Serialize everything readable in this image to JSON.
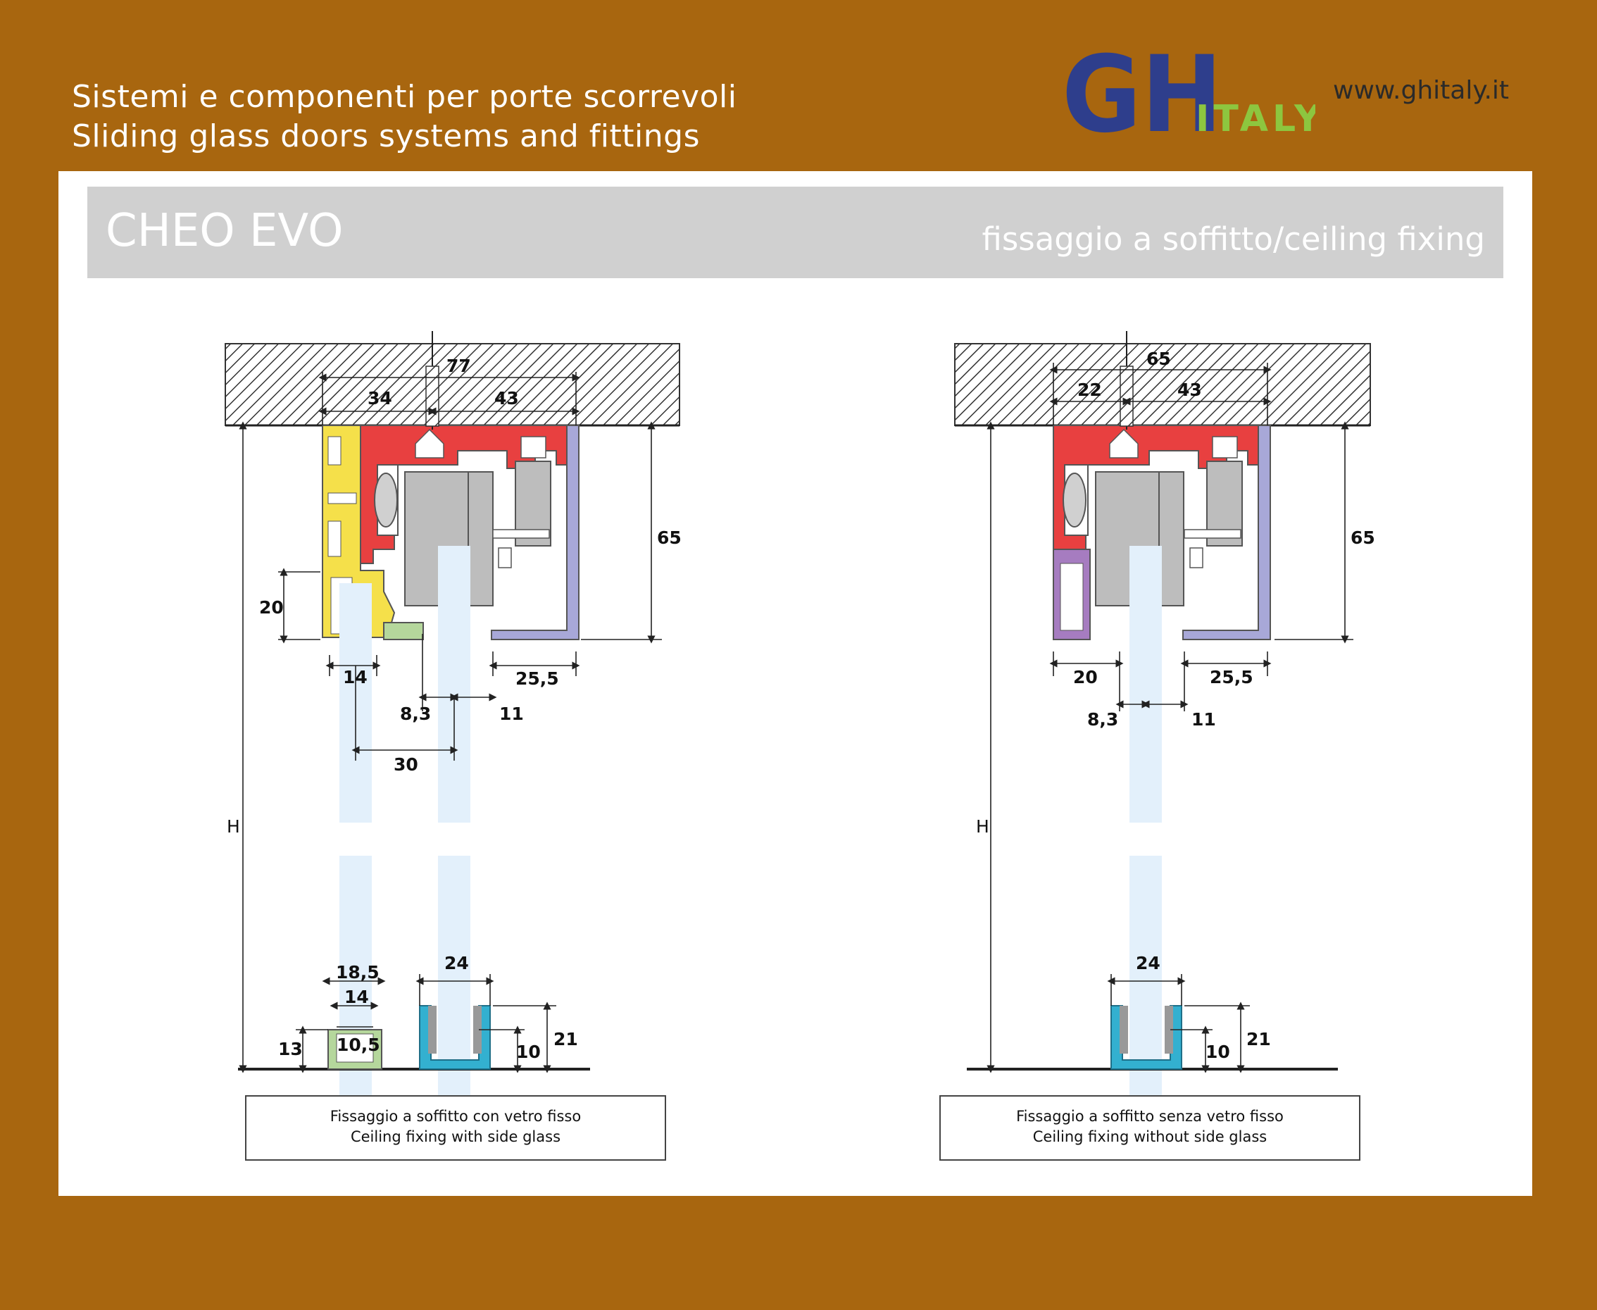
{
  "header": {
    "line1": "Sistemi e componenti per porte scorrevoli",
    "line2": "Sliding glass doors systems and fittings",
    "website": "www.ghitaly.it"
  },
  "logo": {
    "letters": "GH",
    "word": "ITALY",
    "colors": {
      "gh": "#2E3E8C",
      "italy": "#8DC63F"
    }
  },
  "title_bar": {
    "product": "CHEO EVO",
    "subtitle": "fissaggio a soffitto/ceiling fixing"
  },
  "colors": {
    "background": "#A8660F",
    "panel": "#FFFFFF",
    "title_bar": "#D0D0D0",
    "track_red": "#E84040",
    "profile_yellow": "#F5E04A",
    "cover_lavender": "#A8A8D8",
    "profile_purple": "#A67CC0",
    "block_grey": "#BDBDBD",
    "glass": "#E3F0FB",
    "floor_guide_cyan": "#33B0D0",
    "floor_profile_green": "#B5D79C",
    "ceiling_hatch": "#333333"
  },
  "left_diagram": {
    "dims": {
      "total_width": "77",
      "left_width": "34",
      "right_width": "43",
      "height": "65",
      "profile_height": "20",
      "side_glass": "14",
      "offset_a": "8,3",
      "offset_b": "11",
      "cover_width": "25,5",
      "glass_spacing": "30",
      "wall_height": "H",
      "guide_width": "24",
      "guide_height": "21",
      "guide_inner": "10",
      "floor_outer": "18,5",
      "floor_mid": "14",
      "floor_inner": "10,5",
      "floor_height": "13"
    },
    "caption": {
      "line1": "Fissaggio a soffitto con vetro fisso",
      "line2": "Ceiling fixing with side glass"
    }
  },
  "right_diagram": {
    "dims": {
      "total_width": "65",
      "left_width": "22",
      "right_width": "43",
      "height": "65",
      "left_bottom": "20",
      "cover_width": "25,5",
      "offset_a": "8,3",
      "offset_b": "11",
      "wall_height": "H",
      "guide_width": "24",
      "guide_height": "21",
      "guide_inner": "10"
    },
    "caption": {
      "line1": "Fissaggio a soffitto senza vetro fisso",
      "line2": "Ceiling fixing without side glass"
    }
  }
}
